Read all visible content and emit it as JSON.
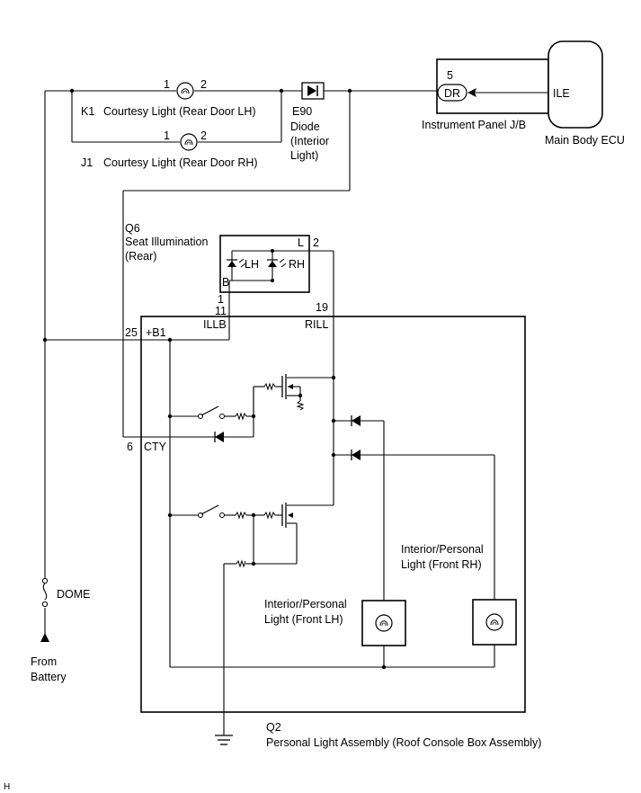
{
  "components": {
    "k1": {
      "code": "K1",
      "name": "Courtesy Light (Rear Door LH)",
      "pin_a": "1",
      "pin_b": "2"
    },
    "j1": {
      "code": "J1",
      "name": "Courtesy Light (Rear Door RH)",
      "pin_a": "1",
      "pin_b": "2"
    },
    "e90": {
      "code": "E90",
      "name_lines": [
        "Diode",
        "(Interior",
        "Light)"
      ]
    },
    "junction_block": {
      "name": "Instrument Panel J/B",
      "pin": "5",
      "terminal": "DR"
    },
    "main_body_ecu": {
      "name": "Main Body ECU",
      "terminal": "ILE"
    },
    "q6": {
      "code": "Q6",
      "name_lines": [
        "Seat Illumination",
        "(Rear)"
      ],
      "terminal_l": "L",
      "terminal_b": "B",
      "pin_l": "2",
      "pin_b": "1",
      "led_lh": "LH",
      "led_rh": "RH"
    },
    "q2": {
      "code": "Q2",
      "name": "Personal Light Assembly (Roof Console Box Assembly)",
      "pin_illb": "11",
      "term_illb": "ILLB",
      "pin_rill": "19",
      "term_rill": "RILL",
      "pin_b1": "25",
      "term_b1": "+B1",
      "pin_cty": "6",
      "term_cty": "CTY",
      "light_front_rh": [
        "Interior/Personal",
        "Light (Front RH)"
      ],
      "light_front_lh": [
        "Interior/Personal",
        "Light (Front LH)"
      ]
    },
    "fuse": {
      "name": "DOME"
    },
    "source": {
      "lines": [
        "From",
        "Battery"
      ]
    }
  },
  "footer_mark": "H"
}
